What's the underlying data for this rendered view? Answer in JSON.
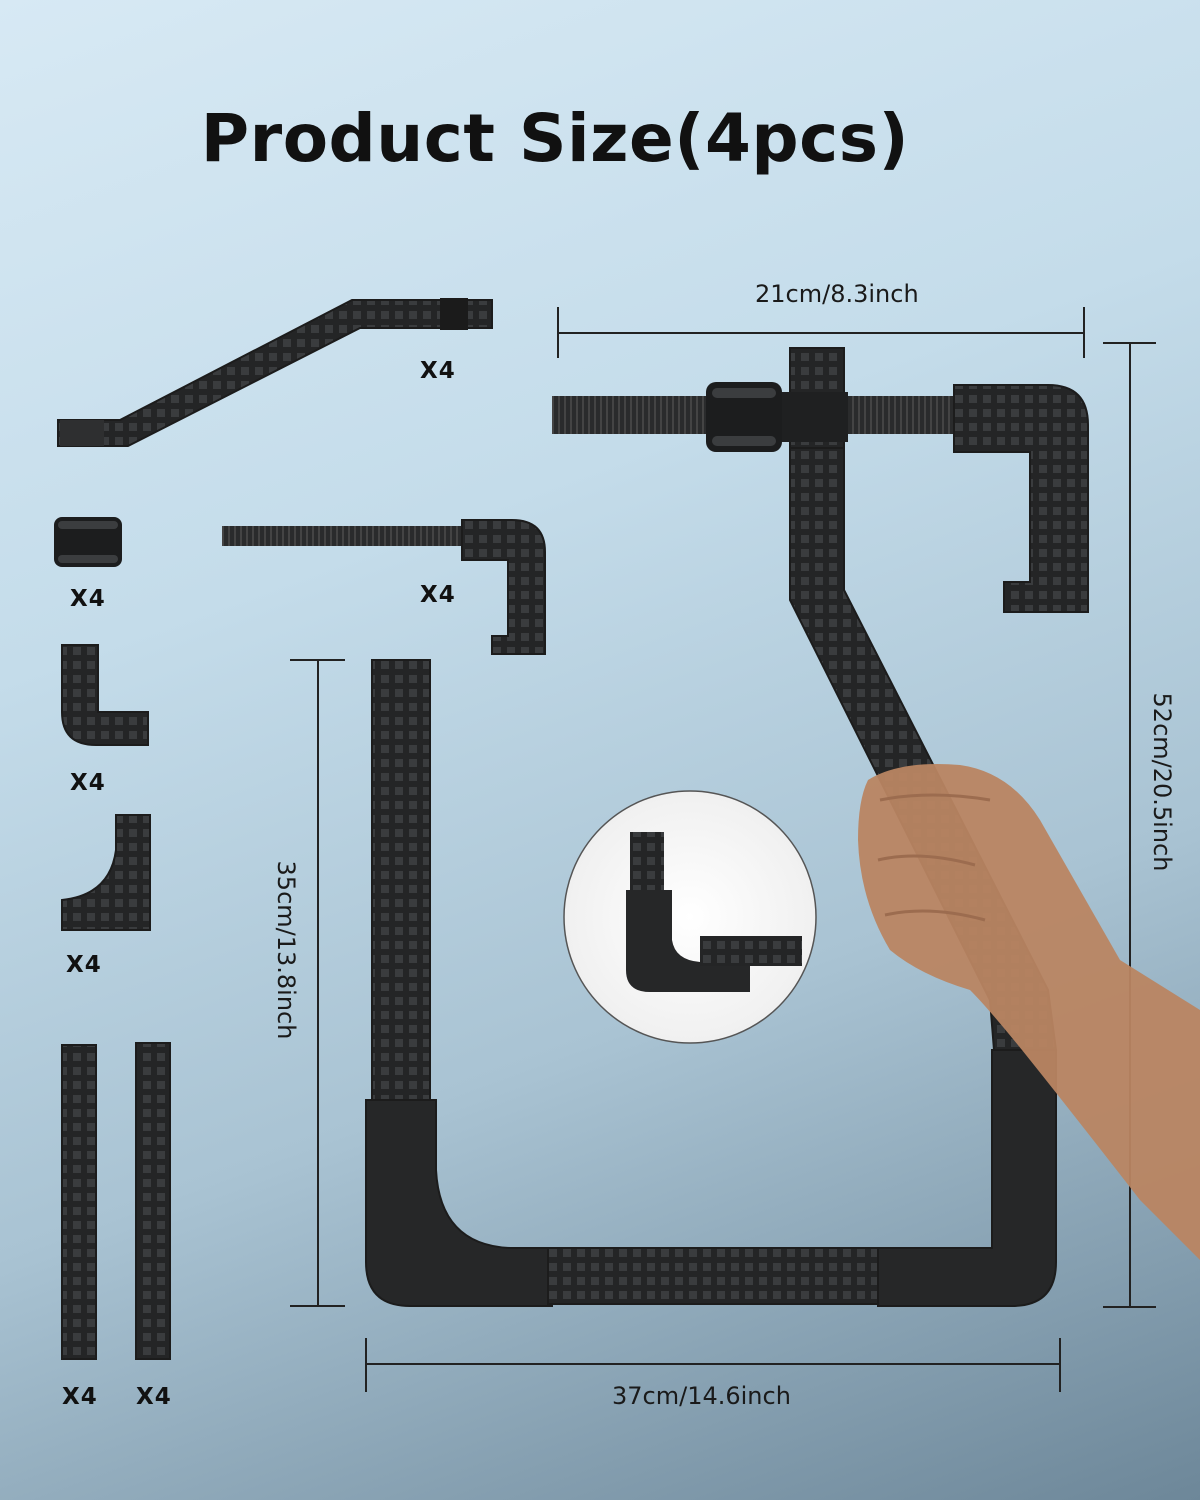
{
  "title": "Product Size(4pcs)",
  "dimensions": {
    "top_width": "21cm/8.3inch",
    "total_height": "52cm/20.5inch",
    "left_height": "35cm/13.8inch",
    "bottom_width": "37cm/14.6inch"
  },
  "quantities": {
    "angled_arm": "X4",
    "screw_clamp": "X4",
    "knob": "X4",
    "corner_a": "X4",
    "corner_b": "X4",
    "straight_bar_1": "X4",
    "straight_bar_2": "X4"
  },
  "colors": {
    "part": "#242526",
    "part_rib": "#3a3c3e",
    "dimension_line": "#222222"
  }
}
